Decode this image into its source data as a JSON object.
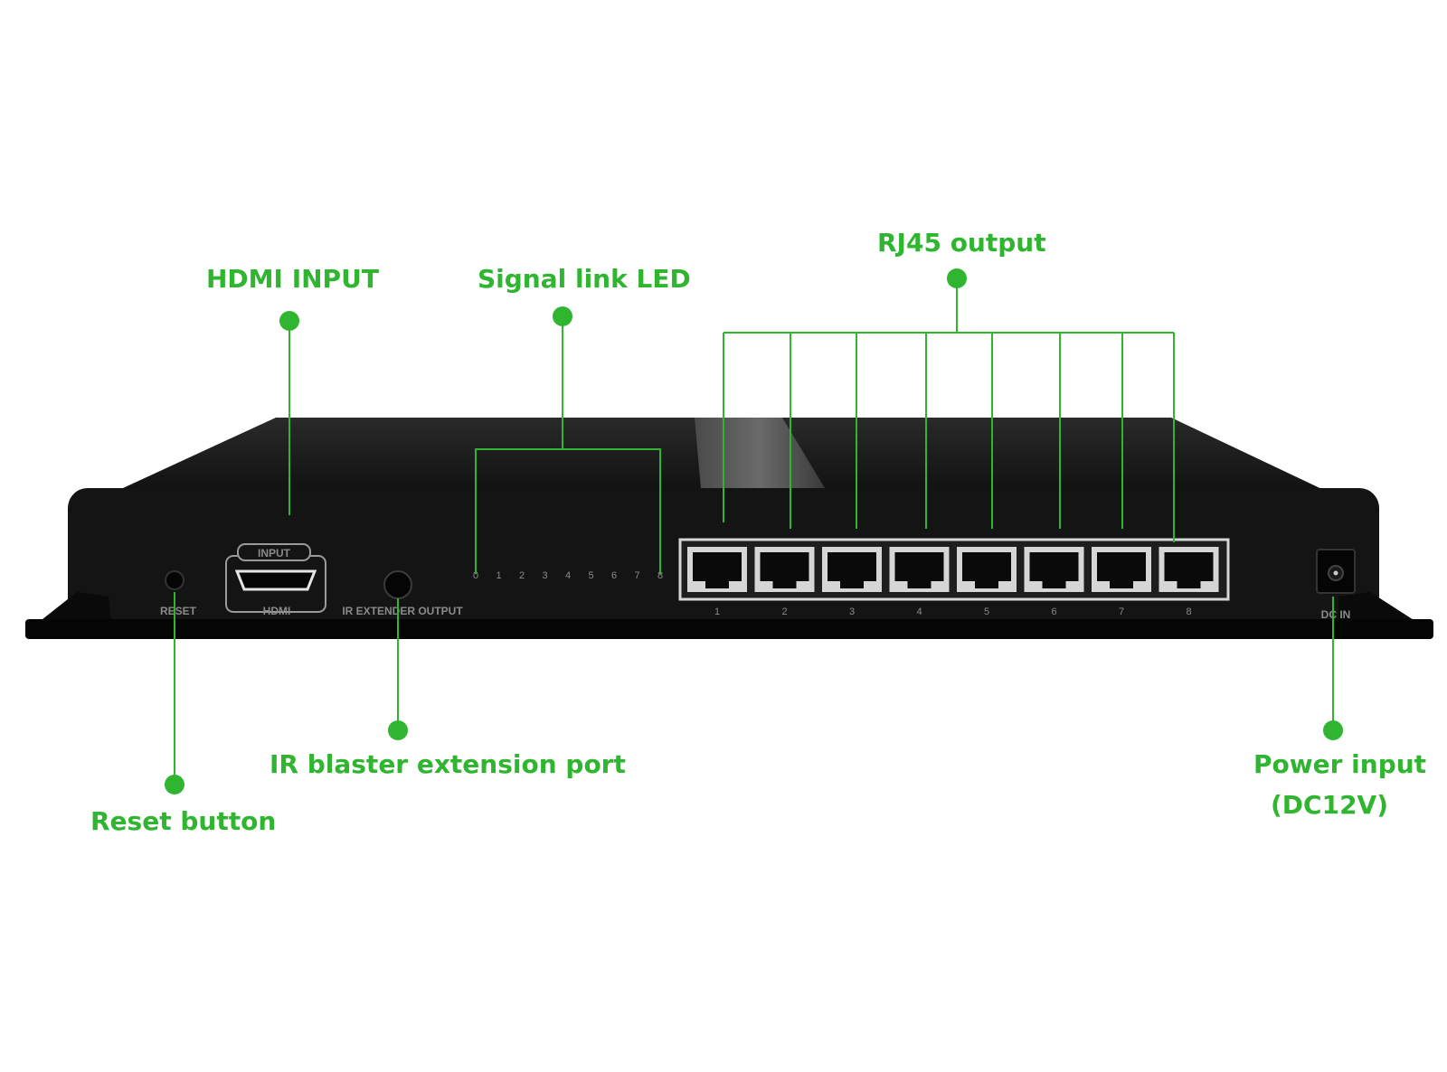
{
  "labels": {
    "hdmi_input": "HDMI INPUT",
    "signal_link_led": "Signal link LED",
    "rj45_output": "RJ45 output",
    "reset_button": "Reset button",
    "ir_blaster": "IR blaster extension port",
    "power_input_line1": "Power input",
    "power_input_line2": "(DC12V)"
  },
  "device": {
    "reset_text": "RESET",
    "hdmi_top_text": "INPUT",
    "hdmi_bottom_text": "HDMI",
    "ir_text": "IR EXTENDER OUTPUT",
    "dc_text": "DC IN",
    "led_labels": [
      "0",
      "1",
      "2",
      "3",
      "4",
      "5",
      "6",
      "7",
      "8"
    ],
    "port_numbers": [
      "1",
      "2",
      "3",
      "4",
      "5",
      "6",
      "7",
      "8"
    ]
  },
  "colors": {
    "accent": "#2fb52f",
    "body": "#0b0b0b",
    "panel": "#151515"
  }
}
